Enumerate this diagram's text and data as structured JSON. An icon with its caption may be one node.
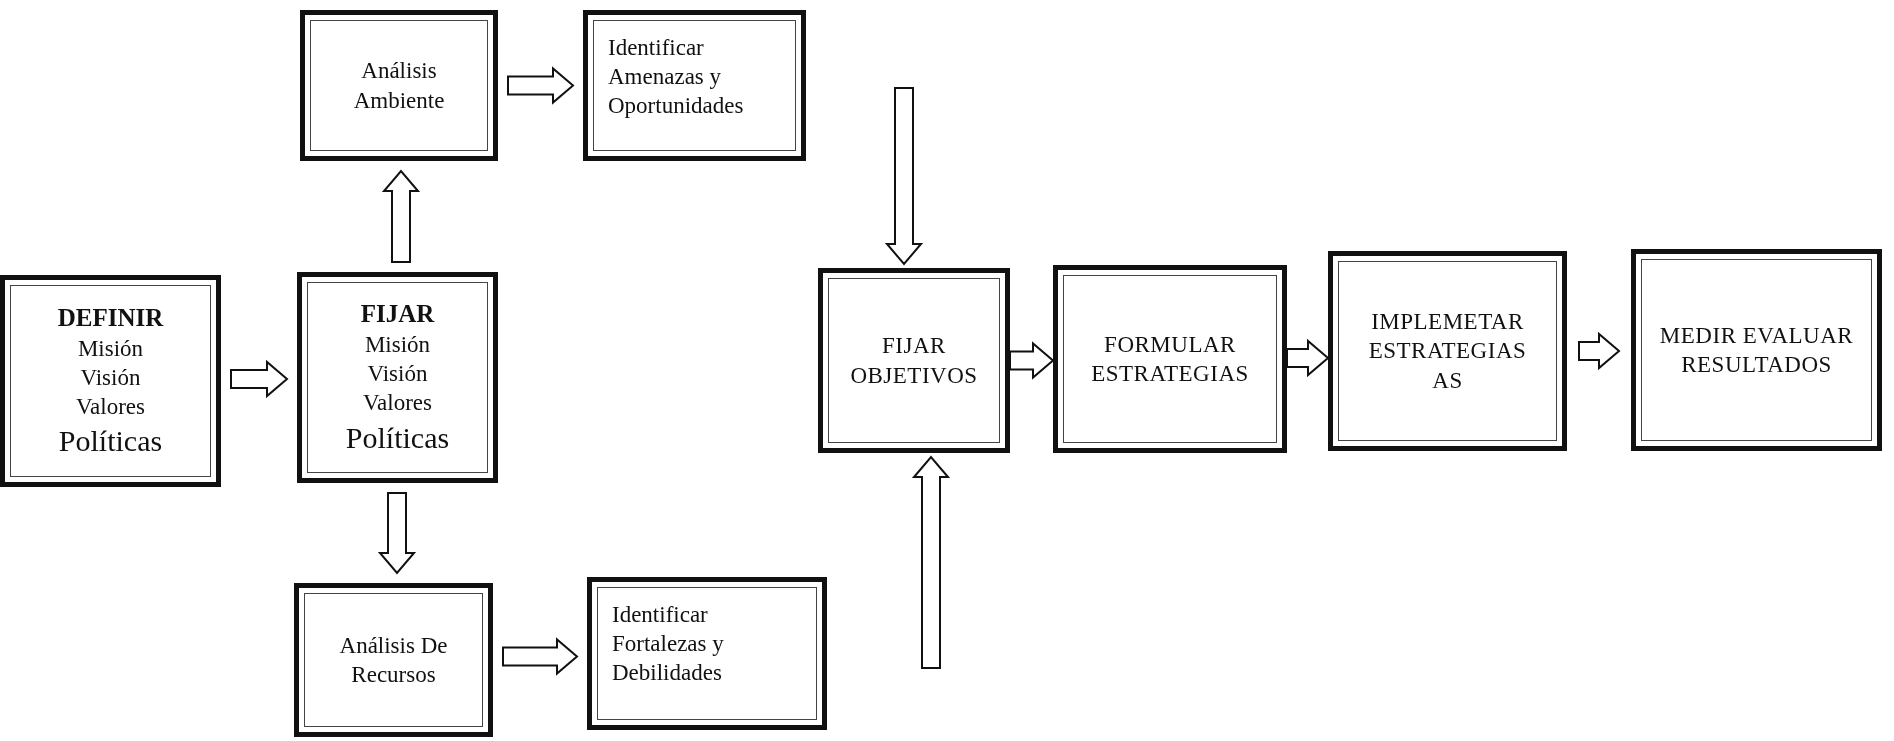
{
  "diagram": {
    "nodes": [
      {
        "text": [
          "DEFINIR",
          "Misión Visión Valores",
          "Políticas"
        ]
      },
      {
        "text": [
          "FIJAR",
          "Misión Visión Valores",
          "Políticas"
        ]
      },
      {
        "text": [
          "Análisis Ambiente"
        ]
      },
      {
        "text": [
          "Identificar Amenazas y Oportunidades"
        ]
      },
      {
        "text": [
          "Análisis De Recursos"
        ]
      },
      {
        "text": [
          "Identificar Fortalezas y Debilidades"
        ]
      },
      {
        "text": [
          "FIJAR OBJETIVOS"
        ]
      },
      {
        "text": [
          "FORMULAR ESTRATEGIAS"
        ]
      },
      {
        "text": [
          "IMPLEMETAR ESTRATEGIAS AS"
        ]
      },
      {
        "text": [
          "MEDIR EVALUAR RESULTADOS"
        ]
      }
    ],
    "edges": [
      {
        "from": 0,
        "to": 1,
        "arrow": "to"
      },
      {
        "from": 1,
        "to": 2,
        "arrow": "to"
      },
      {
        "from": 2,
        "to": 3,
        "arrow": "to"
      },
      {
        "from": 1,
        "to": 4,
        "arrow": "to"
      },
      {
        "from": 4,
        "to": 5,
        "arrow": "to"
      },
      {
        "from": null,
        "to": 6,
        "arrow": "to"
      },
      {
        "from": null,
        "to": 6,
        "arrow": "to"
      },
      {
        "from": 6,
        "to": 7,
        "arrow": "to"
      },
      {
        "from": 7,
        "to": 8,
        "arrow": "to"
      },
      {
        "from": 8,
        "to": 9,
        "arrow": "to"
      }
    ]
  }
}
